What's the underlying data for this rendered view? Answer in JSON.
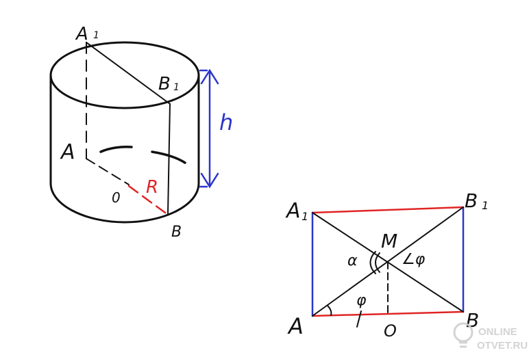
{
  "colors": {
    "ink": "#111111",
    "blue": "#2a36c9",
    "red": "#e02424",
    "watermark": "#cfcfcf"
  },
  "cylinder": {
    "labels": {
      "A1": "A",
      "A1_sub": "1",
      "B1": "B",
      "B1_sub": "1",
      "A": "A",
      "O": "0",
      "R": "R",
      "B": "B",
      "h": "h"
    }
  },
  "section": {
    "labels": {
      "A1": "A",
      "A1_sub": "1",
      "B1": "B",
      "B1_sub": "1",
      "M": "M",
      "alpha": "α",
      "phi_top": "∠φ",
      "phi_bottom": "φ",
      "A": "A",
      "O": "O",
      "B": "B"
    }
  },
  "watermark": {
    "line1": "ONLINE",
    "line2": "OTVET.RU"
  }
}
